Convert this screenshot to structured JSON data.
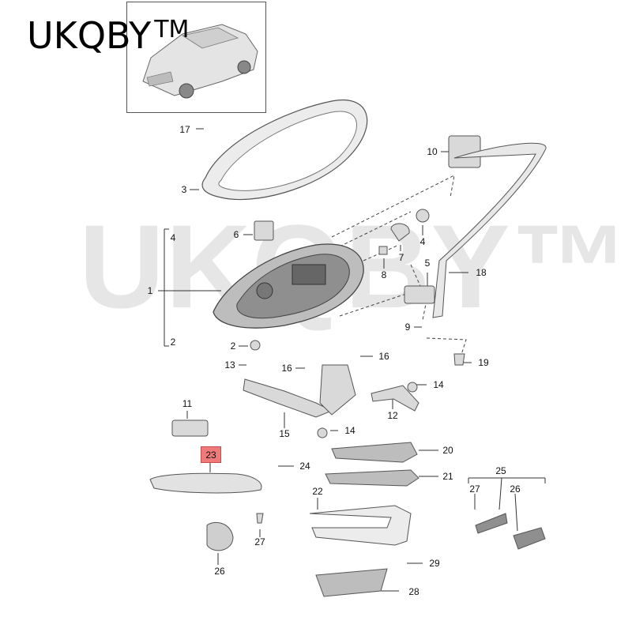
{
  "brand": {
    "text": "UKQBY",
    "tm": "TM"
  },
  "watermark": "UKQBY™",
  "highlight": {
    "number": "23",
    "color": "#f07a7a"
  },
  "callouts": [
    "17",
    "3",
    "10",
    "6",
    "4",
    "7",
    "8",
    "5",
    "18",
    "1",
    "4",
    "2",
    "9",
    "2",
    "19",
    "13",
    "16",
    "16",
    "14",
    "11",
    "12",
    "15",
    "14",
    "23",
    "20",
    "24",
    "25",
    "21",
    "27",
    "26",
    "22",
    "27",
    "26",
    "29",
    "28"
  ],
  "colors": {
    "line": "#333333",
    "part_fill": "#d9d9d9",
    "part_stroke": "#555555",
    "dashed": "#444444"
  }
}
